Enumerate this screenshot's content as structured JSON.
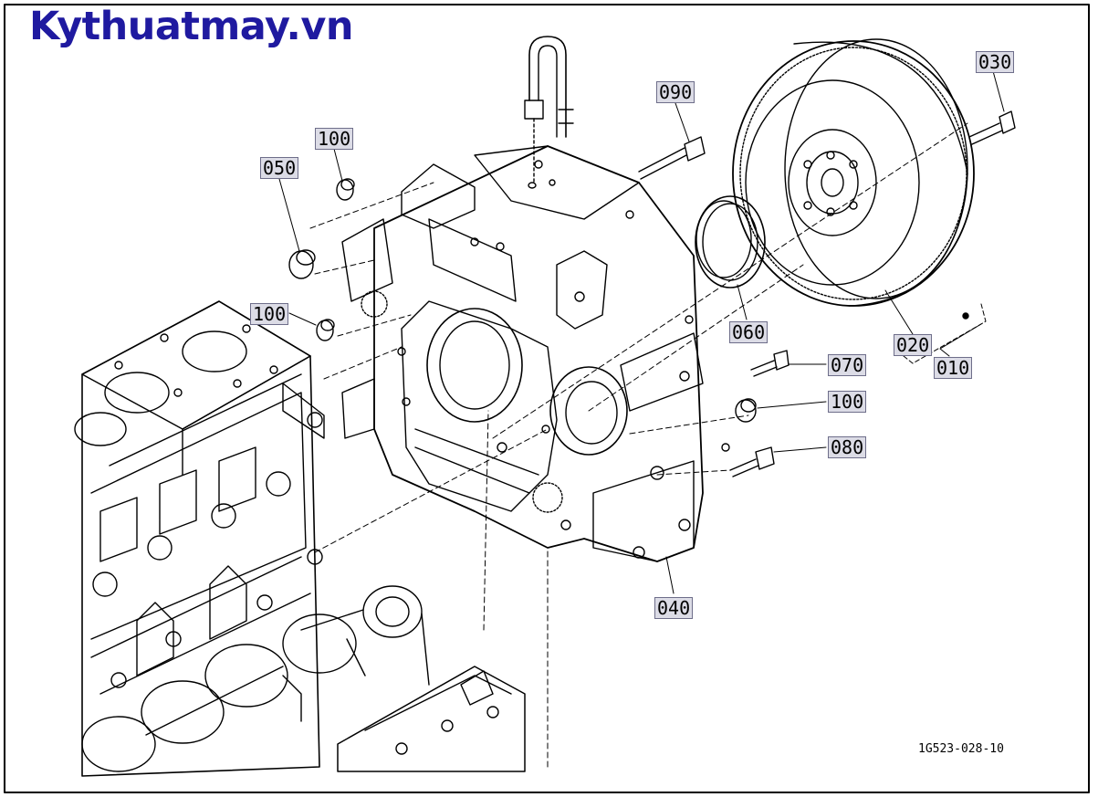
{
  "brand": {
    "text": "Kythuatmay.vn",
    "color": "#1f1aa0"
  },
  "diagram": {
    "drawing_code": "1G523-028-10",
    "callouts": [
      {
        "id": "090",
        "label": "090",
        "part": "bolt",
        "boxed": true
      },
      {
        "id": "100a",
        "label": "100",
        "part": "plug",
        "boxed": true
      },
      {
        "id": "050",
        "label": "050",
        "part": "plug",
        "boxed": true
      },
      {
        "id": "100b",
        "label": "100",
        "part": "plug",
        "boxed": true
      },
      {
        "id": "030",
        "label": "030",
        "part": "bolt",
        "boxed": true
      },
      {
        "id": "060",
        "label": "060",
        "part": "oil-seal",
        "boxed": true
      },
      {
        "id": "020",
        "label": "020",
        "part": "ring-gear",
        "boxed": true
      },
      {
        "id": "010",
        "label": "010",
        "part": "flywheel-assembly",
        "boxed": true
      },
      {
        "id": "070",
        "label": "070",
        "part": "bolt",
        "boxed": true
      },
      {
        "id": "100c",
        "label": "100",
        "part": "plug",
        "boxed": true
      },
      {
        "id": "080",
        "label": "080",
        "part": "bolt",
        "boxed": true
      },
      {
        "id": "040",
        "label": "040",
        "part": "flywheel-housing",
        "boxed": true
      }
    ]
  }
}
